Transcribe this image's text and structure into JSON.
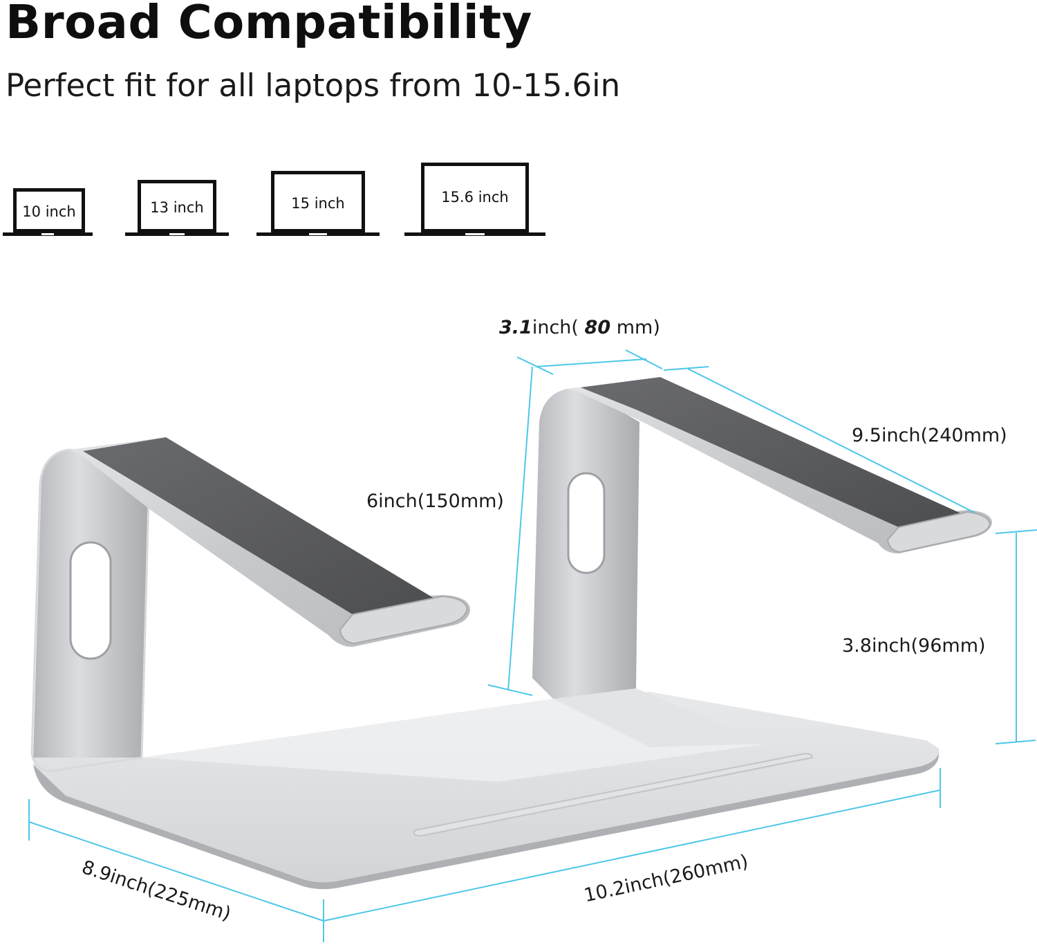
{
  "header": {
    "title": "Broad Compatibility",
    "subtitle": "Perfect fit for all laptops from 10-15.6in"
  },
  "laptops": [
    {
      "label": "10 inch",
      "icon": "laptop-icon"
    },
    {
      "label": "13 inch",
      "icon": "laptop-icon"
    },
    {
      "label": "15 inch",
      "icon": "laptop-icon"
    },
    {
      "label": "15.6 inch",
      "icon": "laptop-icon"
    }
  ],
  "dimensions": {
    "pad_width_value": "3.1",
    "pad_width_unit_open": "inch(",
    "pad_width_mm": "80",
    "pad_width_unit_close": "mm)",
    "pad_length": "9.5inch(240mm)",
    "front_height": "6inch(150mm)",
    "rear_height": "3.8inch(96mm)",
    "depth": "8.9inch(225mm)",
    "width": "10.2inch(260mm)"
  },
  "colors": {
    "dimension_line": "#4cc7e8",
    "aluminum": "#c9cbce",
    "pad": "#5a5b5d"
  }
}
